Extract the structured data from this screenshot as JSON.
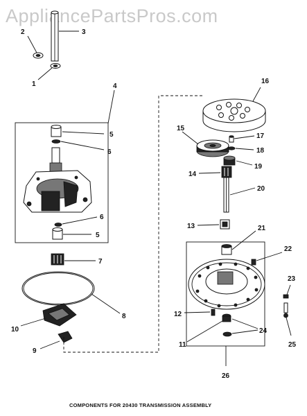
{
  "watermark": "AppliancePartsPros.com",
  "caption": "COMPONENTS FOR 20430 TRANSMISSION ASSEMBLY",
  "callouts": {
    "c1": "1",
    "c2": "2",
    "c3": "3",
    "c4": "4",
    "c5a": "5",
    "c5b": "5",
    "c6a": "6",
    "c6b": "6",
    "c7": "7",
    "c8": "8",
    "c9": "9",
    "c10": "10",
    "c11": "11",
    "c12": "12",
    "c13": "13",
    "c14": "14",
    "c15": "15",
    "c16": "16",
    "c17": "17",
    "c18": "18",
    "c19": "19",
    "c20": "20",
    "c21": "21",
    "c22": "22",
    "c23": "23",
    "c24": "24",
    "c25": "25",
    "c26": "26"
  }
}
